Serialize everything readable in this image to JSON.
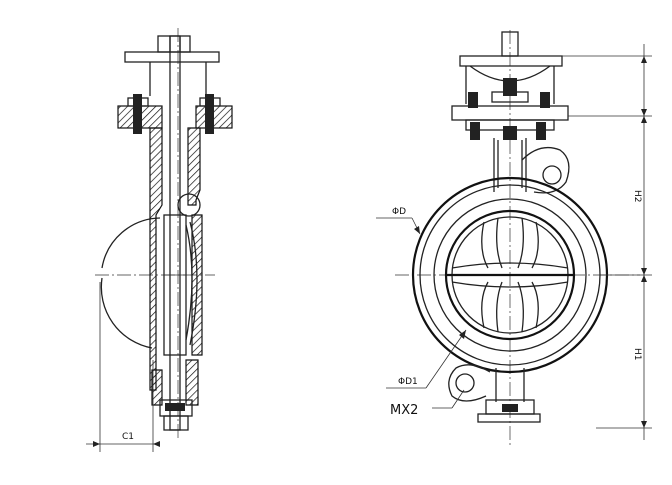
{
  "labels": {
    "phi_d": "ΦD",
    "phi_d1": "ΦD1",
    "mx2": "MX2",
    "c1": "C1",
    "h1": "H1",
    "h2": "H2"
  }
}
